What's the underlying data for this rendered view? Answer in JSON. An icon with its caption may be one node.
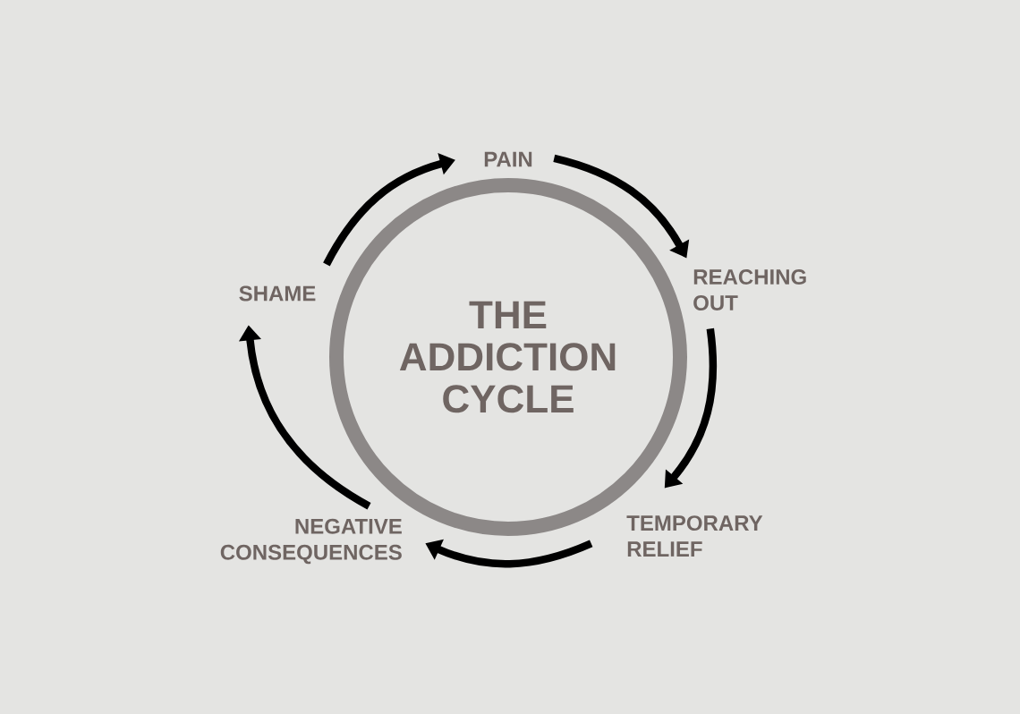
{
  "diagram": {
    "title": "THE ADDICTION CYCLE",
    "nodes": [
      {
        "text": [
          "PAIN"
        ]
      },
      {
        "text": [
          "REACHING OUT"
        ]
      },
      {
        "text": [
          "TEMPORARY RELIEF"
        ]
      },
      {
        "text": [
          "NEGATIVE CONSEQUENCES"
        ]
      },
      {
        "text": [
          "SHAME"
        ]
      }
    ],
    "edges": [
      {
        "from": 4,
        "to": 0,
        "arrow": "to"
      },
      {
        "from": 0,
        "to": 1,
        "arrow": "to"
      },
      {
        "from": 1,
        "to": 2,
        "arrow": "to"
      },
      {
        "from": 2,
        "to": 3,
        "arrow": "to"
      },
      {
        "from": 3,
        "to": 4,
        "arrow": "to"
      }
    ]
  }
}
